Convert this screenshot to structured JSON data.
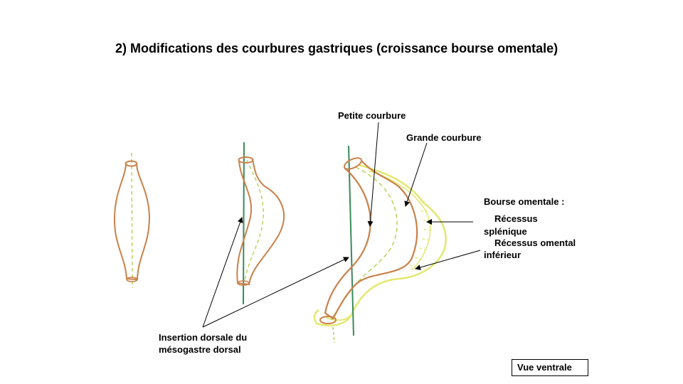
{
  "title": "2) Modifications des courbures gastriques (croissance bourse omentale)",
  "labels": {
    "petite_courbure": "Petite courbure",
    "grande_courbure": "Grande courbure",
    "bourse_omentale": "Bourse omentale :",
    "recessus_splenique_1": "Récessus",
    "recessus_splenique_2": "splénique",
    "recessus_inferieur_1": "Récessus omental",
    "recessus_inferieur_2": "inférieur",
    "insertion_1": "Insertion dorsale du",
    "insertion_2": "mésogastre dorsal"
  },
  "view_label": "Vue ventrale",
  "colors": {
    "stomach_outline": "#c8824a",
    "axis_dashed": "#b7d45a",
    "mesogastre": "#3a8a5a",
    "bourse_outline": "#e3e870",
    "arrow": "#000000"
  }
}
